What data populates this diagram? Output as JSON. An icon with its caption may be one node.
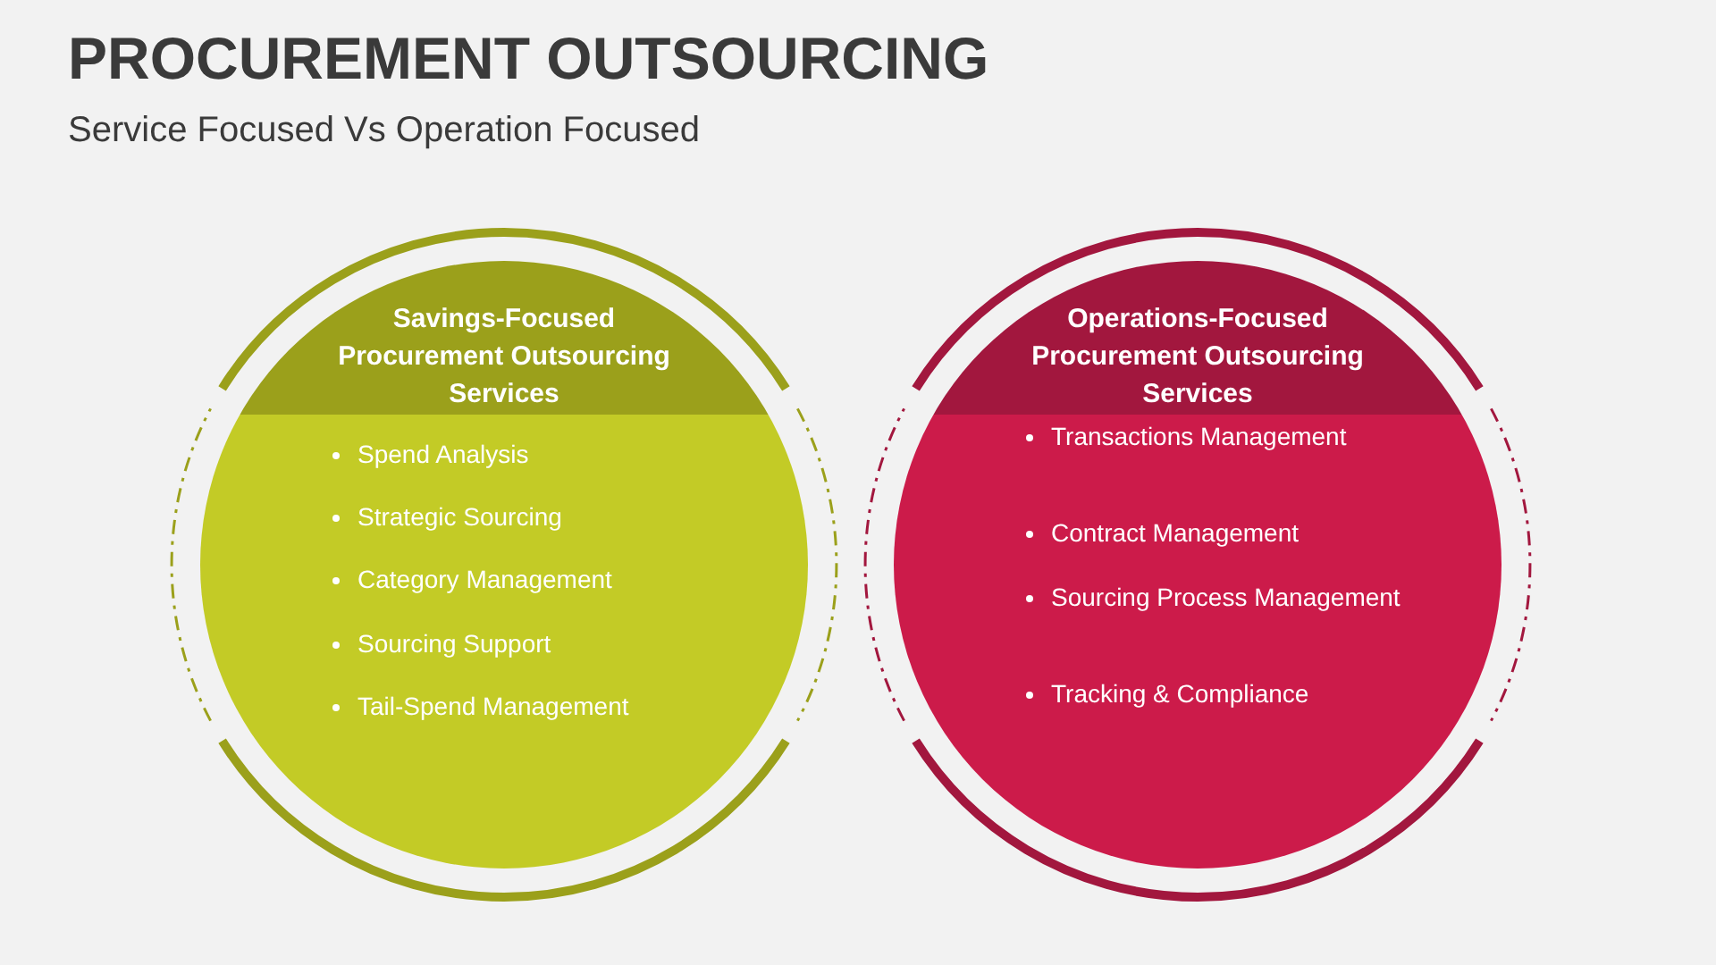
{
  "diagram": {
    "title": "PROCUREMENT OUTSOURCING",
    "nodes": [
      {
        "text": [
          "Savings-Focused Procurement Outsourcing Services",
          "Spend Analysis",
          "Strategic Sourcing",
          "Category Management",
          "Sourcing Support",
          "Tail-Spend Management"
        ]
      },
      {
        "text": [
          "Operations-Focused Procurement Outsourcing Services",
          "Transactions Management",
          "Contract Management",
          "Sourcing Process Management",
          "Tracking & Compliance"
        ]
      }
    ],
    "labels": [
      "Service Focused Vs Operation Focused"
    ]
  }
}
